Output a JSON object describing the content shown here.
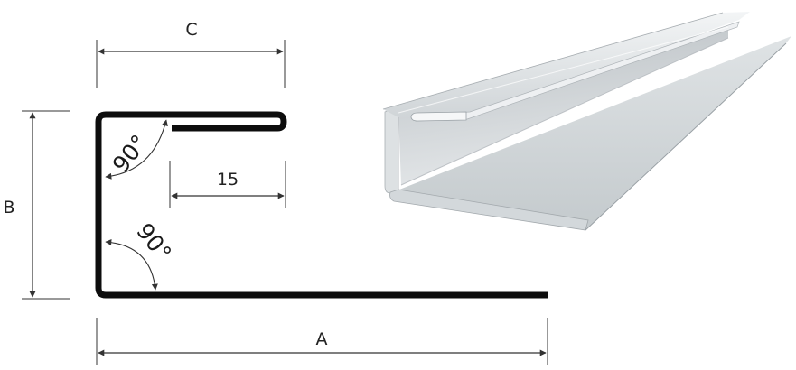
{
  "dimensions": {
    "a": "A",
    "b": "B",
    "c": "C",
    "lip": "15"
  },
  "angles": {
    "top": "90°",
    "bottom": "90°"
  },
  "colors": {
    "profile": "#0d0d0d",
    "dimension_line": "#333333",
    "metal_light": "#e9ecee",
    "metal_mid": "#c9ced2",
    "metal_dark": "#9aa1a6"
  }
}
